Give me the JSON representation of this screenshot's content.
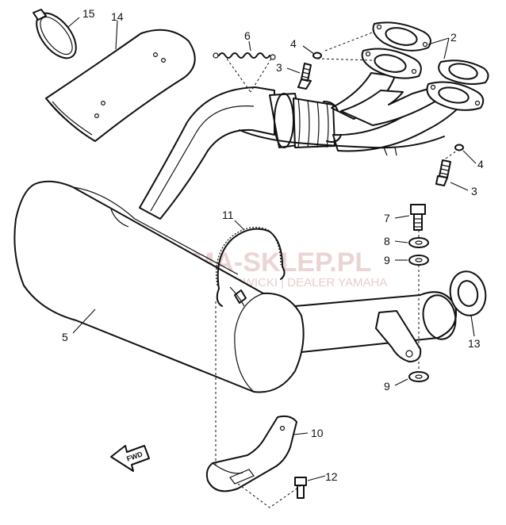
{
  "callouts": [
    {
      "id": "c15a",
      "label": "15"
    },
    {
      "id": "c14",
      "label": "14"
    },
    {
      "id": "c6",
      "label": "6"
    },
    {
      "id": "c4a",
      "label": "4"
    },
    {
      "id": "c3a",
      "label": "3"
    },
    {
      "id": "c2",
      "label": "2"
    },
    {
      "id": "c4b",
      "label": "4"
    },
    {
      "id": "c3b",
      "label": "3"
    },
    {
      "id": "c7",
      "label": "7"
    },
    {
      "id": "c11",
      "label": "11"
    },
    {
      "id": "c8",
      "label": "8"
    },
    {
      "id": "c9a",
      "label": "9"
    },
    {
      "id": "c5",
      "label": "5"
    },
    {
      "id": "c13",
      "label": "13"
    },
    {
      "id": "c9b",
      "label": "9"
    },
    {
      "id": "c10",
      "label": "10"
    },
    {
      "id": "c12",
      "label": "12"
    }
  ],
  "direction_marker": "FWD",
  "watermark": {
    "brand": "YAMA-SKLEP.PL",
    "tagline": "WOJCIECH NOWICKI | DEALER YAMAHA",
    "color": "#e4c6c6"
  },
  "colors": {
    "line": "#111111",
    "background": "#ffffff",
    "watermark": "#e4c6c6"
  }
}
